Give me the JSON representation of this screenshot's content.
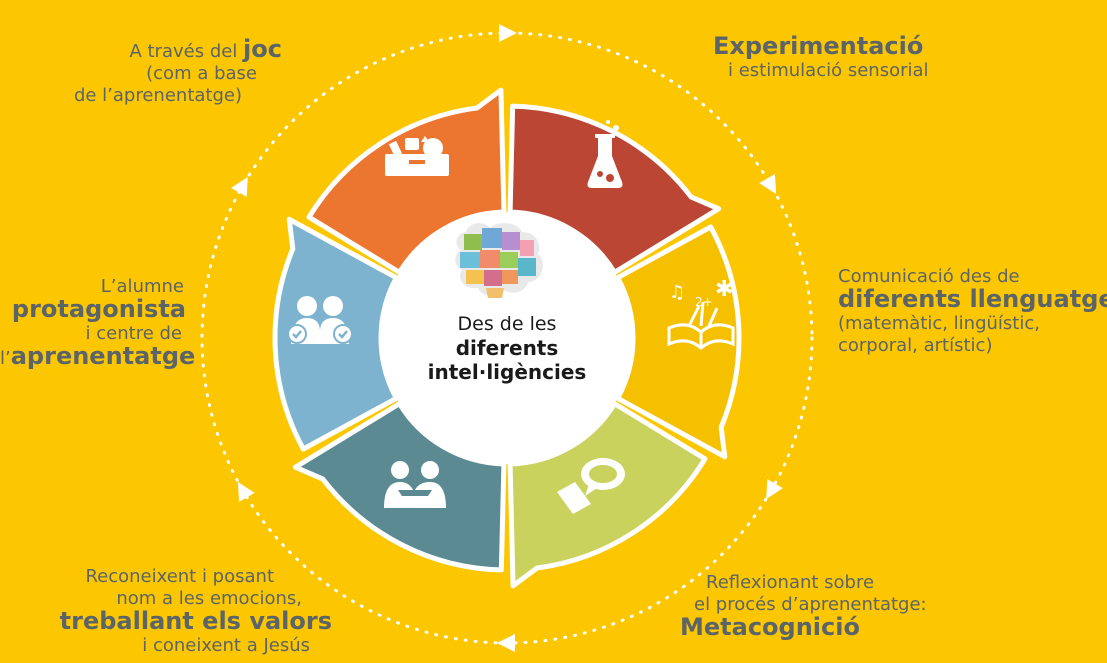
{
  "colors": {
    "background": "#fcc600",
    "segment_game": "#ec7530",
    "segment_experiment": "#bc4634",
    "segment_language": "#f5c000",
    "segment_metacognition": "#c9d25c",
    "segment_values": "#5b8a93",
    "segment_student": "#7db3cf",
    "center": "#ffffff",
    "text": "#5b6468"
  },
  "icons": [
    "toys-icon",
    "lab-flask-icon",
    "music-book-icon",
    "speech-bubble-icon",
    "hugging-people-icon",
    "people-check-icon",
    "puzzle-brain-icon"
  ],
  "center": {
    "line1": "Des de les",
    "line2": "diferents",
    "line3": "intel·ligències"
  },
  "labels": {
    "game": {
      "line1_pre": "A través del ",
      "line1_bold": "joc",
      "line2": "(com a base",
      "line3": "de l’aprenentatge)"
    },
    "experiment": {
      "line1_bold": "Experimentació",
      "line2": "i estimulació sensorial"
    },
    "language": {
      "line1": "Comunicació des de",
      "line2_bold": "diferents llenguatges",
      "line3": "(matemàtic, lingüístic,",
      "line4": "corporal, artístic)"
    },
    "metacognition": {
      "line1": "Reflexionant sobre",
      "line2": "el procés d’aprenentatge:",
      "line3_bold": "Metacognició"
    },
    "values": {
      "line1": "Reconeixent i posant",
      "line2": "nom a les emocions,",
      "line3_bold": "treballant els valors",
      "line4": "i coneixent a Jesús"
    },
    "student": {
      "line1": "L’alumne",
      "line2_bold": "protagonista",
      "line3": "i centre de",
      "line4_pre": "l’",
      "line4_bold": "aprenentatge"
    }
  }
}
